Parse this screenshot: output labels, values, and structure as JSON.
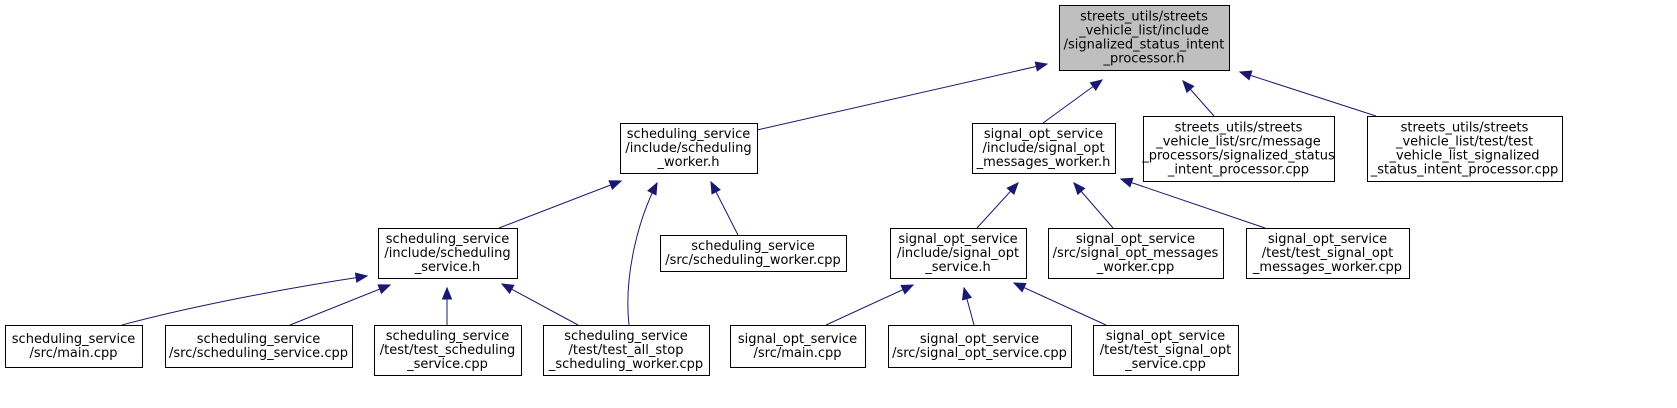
{
  "diagram": {
    "type": "include-dependency-graph",
    "colors": {
      "edge": "#191970",
      "root_fill": "#bfbfbf",
      "node_fill": "#ffffff",
      "node_border": "#000000"
    },
    "nodes": [
      {
        "id": "root",
        "lines": [
          "streets_utils/streets",
          "_vehicle_list/include",
          "/signalized_status_intent",
          "_processor.h"
        ],
        "highlight": true
      },
      {
        "id": "sched_worker_h",
        "lines": [
          "scheduling_service",
          "/include/scheduling",
          "_worker.h"
        ]
      },
      {
        "id": "sigopt_msg_worker_h",
        "lines": [
          "signal_opt_service",
          "/include/signal_opt",
          "_messages_worker.h"
        ]
      },
      {
        "id": "msg_proc_cpp",
        "lines": [
          "streets_utils/streets",
          "_vehicle_list/src/message",
          "_processors/signalized_status",
          "_intent_processor.cpp"
        ]
      },
      {
        "id": "test_vl_cpp",
        "lines": [
          "streets_utils/streets",
          "_vehicle_list/test/test",
          "_vehicle_list_signalized",
          "_status_intent_processor.cpp"
        ]
      },
      {
        "id": "sched_service_h",
        "lines": [
          "scheduling_service",
          "/include/scheduling",
          "_service.h"
        ]
      },
      {
        "id": "sched_worker_cpp",
        "lines": [
          "scheduling_service",
          "/src/scheduling_worker.cpp"
        ]
      },
      {
        "id": "sigopt_service_h",
        "lines": [
          "signal_opt_service",
          "/include/signal_opt",
          "_service.h"
        ]
      },
      {
        "id": "sigopt_msg_worker_cpp",
        "lines": [
          "signal_opt_service",
          "/src/signal_opt_messages",
          "_worker.cpp"
        ]
      },
      {
        "id": "test_sigopt_msg_cpp",
        "lines": [
          "signal_opt_service",
          "/test/test_signal_opt",
          "_messages_worker.cpp"
        ]
      },
      {
        "id": "sched_main_cpp",
        "lines": [
          "scheduling_service",
          "/src/main.cpp"
        ]
      },
      {
        "id": "sched_service_cpp",
        "lines": [
          "scheduling_service",
          "/src/scheduling_service.cpp"
        ]
      },
      {
        "id": "test_sched_cpp",
        "lines": [
          "scheduling_service",
          "/test/test_scheduling",
          "_service.cpp"
        ]
      },
      {
        "id": "test_all_stop_cpp",
        "lines": [
          "scheduling_service",
          "/test/test_all_stop",
          "_scheduling_worker.cpp"
        ]
      },
      {
        "id": "sigopt_main_cpp",
        "lines": [
          "signal_opt_service",
          "/src/main.cpp"
        ]
      },
      {
        "id": "sigopt_service_cpp",
        "lines": [
          "signal_opt_service",
          "/src/signal_opt_service.cpp"
        ]
      },
      {
        "id": "test_sigopt_service_cpp",
        "lines": [
          "signal_opt_service",
          "/test/test_signal_opt",
          "_service.cpp"
        ]
      }
    ],
    "edges": [
      {
        "from": "sched_worker_h",
        "to": "root"
      },
      {
        "from": "sigopt_msg_worker_h",
        "to": "root"
      },
      {
        "from": "msg_proc_cpp",
        "to": "root"
      },
      {
        "from": "test_vl_cpp",
        "to": "root"
      },
      {
        "from": "sched_service_h",
        "to": "sched_worker_h"
      },
      {
        "from": "test_all_stop_cpp",
        "to": "sched_worker_h"
      },
      {
        "from": "sched_worker_cpp",
        "to": "sched_worker_h"
      },
      {
        "from": "sigopt_service_h",
        "to": "sigopt_msg_worker_h"
      },
      {
        "from": "sigopt_msg_worker_cpp",
        "to": "sigopt_msg_worker_h"
      },
      {
        "from": "test_sigopt_msg_cpp",
        "to": "sigopt_msg_worker_h"
      },
      {
        "from": "sched_main_cpp",
        "to": "sched_service_h"
      },
      {
        "from": "sched_service_cpp",
        "to": "sched_service_h"
      },
      {
        "from": "test_sched_cpp",
        "to": "sched_service_h"
      },
      {
        "from": "test_all_stop_cpp",
        "to": "sched_service_h"
      },
      {
        "from": "sigopt_main_cpp",
        "to": "sigopt_service_h"
      },
      {
        "from": "sigopt_service_cpp",
        "to": "sigopt_service_h"
      },
      {
        "from": "test_sigopt_service_cpp",
        "to": "sigopt_service_h"
      }
    ]
  }
}
